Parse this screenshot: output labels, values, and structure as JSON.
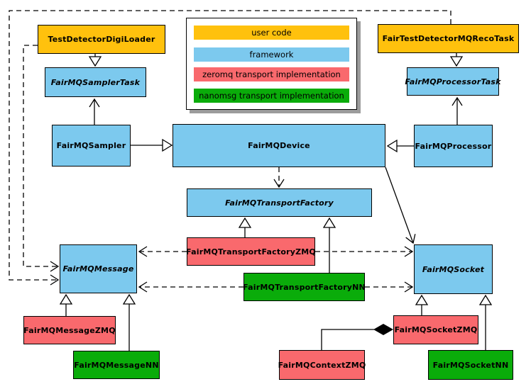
{
  "legend": {
    "items": [
      {
        "label": "user code",
        "color": "#FFC10D",
        "category": "user-code"
      },
      {
        "label": "framework",
        "color": "#7CC9EE",
        "category": "framework"
      },
      {
        "label": "zeromq transport implementation",
        "color": "#F9696D",
        "category": "zeromq-transport"
      },
      {
        "label": "nanomsg transport implementation",
        "color": "#0AAC0A",
        "category": "nanomsg-transport"
      }
    ]
  },
  "nodes": [
    {
      "label": "TestDetectorDigiLoader",
      "color": "#FFC10D",
      "category": "user-code",
      "abstract": false
    },
    {
      "label": "FairTestDetectorMQRecoTask",
      "color": "#FFC10D",
      "category": "user-code",
      "abstract": false
    },
    {
      "label": "FairMQSamplerTask",
      "color": "#7CC9EE",
      "category": "framework",
      "abstract": true
    },
    {
      "label": "FairMQProcessorTask",
      "color": "#7CC9EE",
      "category": "framework",
      "abstract": true
    },
    {
      "label": "FairMQSampler",
      "color": "#7CC9EE",
      "category": "framework",
      "abstract": false
    },
    {
      "label": "FairMQDevice",
      "color": "#7CC9EE",
      "category": "framework",
      "abstract": false
    },
    {
      "label": "FairMQProcessor",
      "color": "#7CC9EE",
      "category": "framework",
      "abstract": false
    },
    {
      "label": "FairMQTransportFactory",
      "color": "#7CC9EE",
      "category": "framework",
      "abstract": true
    },
    {
      "label": "FairMQTransportFactoryZMQ",
      "color": "#F9696D",
      "category": "zeromq-transport",
      "abstract": false
    },
    {
      "label": "FairMQTransportFactoryNN",
      "color": "#0AAC0A",
      "category": "nanomsg-transport",
      "abstract": false
    },
    {
      "label": "FairMQMessage",
      "color": "#7CC9EE",
      "category": "framework",
      "abstract": true
    },
    {
      "label": "FairMQSocket",
      "color": "#7CC9EE",
      "category": "framework",
      "abstract": true
    },
    {
      "label": "FairMQMessageZMQ",
      "color": "#F9696D",
      "category": "zeromq-transport",
      "abstract": false
    },
    {
      "label": "FairMQMessageNN",
      "color": "#0AAC0A",
      "category": "nanomsg-transport",
      "abstract": false
    },
    {
      "label": "FairMQContextZMQ",
      "color": "#F9696D",
      "category": "zeromq-transport",
      "abstract": false
    },
    {
      "label": "FairMQSocketZMQ",
      "color": "#F9696D",
      "category": "zeromq-transport",
      "abstract": false
    },
    {
      "label": "FairMQSocketNN",
      "color": "#0AAC0A",
      "category": "nanomsg-transport",
      "abstract": false
    }
  ],
  "edges": [
    {
      "from": "TestDetectorDigiLoader",
      "to": "FairMQSamplerTask",
      "line": "solid",
      "head": "hollow-triangle"
    },
    {
      "from": "FairMQSampler",
      "to": "FairMQSamplerTask",
      "line": "solid",
      "head": "open-vee"
    },
    {
      "from": "FairTestDetectorMQRecoTask",
      "to": "FairMQProcessorTask",
      "line": "solid",
      "head": "hollow-triangle"
    },
    {
      "from": "FairMQProcessor",
      "to": "FairMQProcessorTask",
      "line": "solid",
      "head": "open-vee"
    },
    {
      "from": "FairMQSampler",
      "to": "FairMQDevice",
      "line": "solid",
      "head": "hollow-triangle"
    },
    {
      "from": "FairMQProcessor",
      "to": "FairMQDevice",
      "line": "solid",
      "head": "hollow-triangle"
    },
    {
      "from": "FairMQDevice",
      "to": "FairMQTransportFactory",
      "line": "dashed",
      "head": "open-vee"
    },
    {
      "from": "FairMQDevice",
      "to": "FairMQSocket",
      "line": "solid",
      "head": "open-vee"
    },
    {
      "from": "FairMQTransportFactoryZMQ",
      "to": "FairMQTransportFactory",
      "line": "solid",
      "head": "hollow-triangle"
    },
    {
      "from": "FairMQTransportFactoryNN",
      "to": "FairMQTransportFactory",
      "line": "solid",
      "head": "hollow-triangle"
    },
    {
      "from": "FairMQTransportFactoryZMQ",
      "to": "FairMQMessage",
      "line": "dashed",
      "head": "open-vee"
    },
    {
      "from": "FairMQTransportFactoryZMQ",
      "to": "FairMQSocket",
      "line": "dashed",
      "head": "open-vee"
    },
    {
      "from": "FairMQTransportFactoryNN",
      "to": "FairMQMessage",
      "line": "dashed",
      "head": "open-vee"
    },
    {
      "from": "FairMQTransportFactoryNN",
      "to": "FairMQSocket",
      "line": "dashed",
      "head": "open-vee"
    },
    {
      "from": "FairMQMessageZMQ",
      "to": "FairMQMessage",
      "line": "solid",
      "head": "hollow-triangle"
    },
    {
      "from": "FairMQMessageNN",
      "to": "FairMQMessage",
      "line": "solid",
      "head": "hollow-triangle"
    },
    {
      "from": "FairMQSocketZMQ",
      "to": "FairMQSocket",
      "line": "solid",
      "head": "hollow-triangle"
    },
    {
      "from": "FairMQSocketNN",
      "to": "FairMQSocket",
      "line": "solid",
      "head": "hollow-triangle"
    },
    {
      "from": "TestDetectorDigiLoader",
      "to": "FairMQMessage",
      "line": "dashed",
      "head": "open-vee"
    },
    {
      "from": "FairTestDetectorMQRecoTask",
      "to": "FairMQMessage",
      "line": "dashed",
      "head": "open-vee"
    },
    {
      "from": "FairMQContextZMQ",
      "to": "FairMQSocketZMQ",
      "line": "solid",
      "head": "filled-diamond"
    }
  ]
}
